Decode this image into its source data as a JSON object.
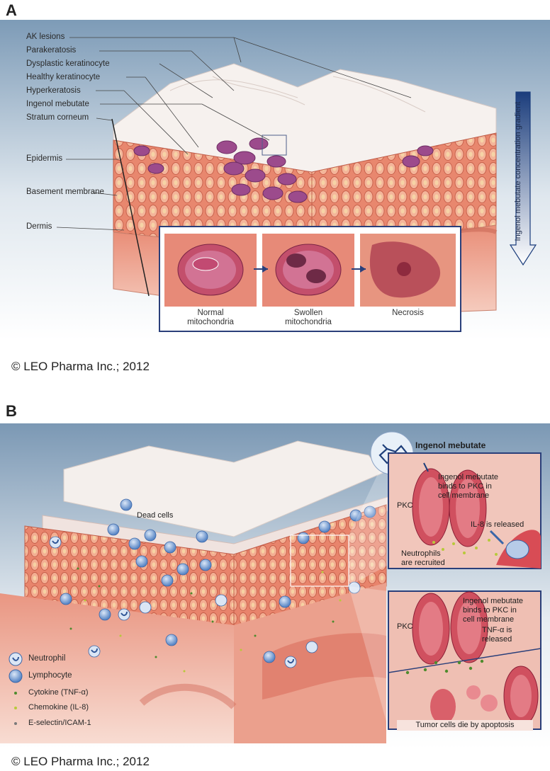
{
  "panel_a": {
    "letter": "A",
    "labels": [
      "AK lesions",
      "Parakeratosis",
      "Dysplastic keratinocyte",
      "Healthy keratinocyte",
      "Hyperkeratosis",
      "Ingenol mebutate",
      "Stratum corneum",
      "Epidermis",
      "Basement membrane",
      "Dermis"
    ],
    "gradient_label": "Ingenol mebutate concentration gradient",
    "inset_captions": [
      {
        "line1": "Normal",
        "line2": "mitochondria"
      },
      {
        "line1": "Swollen",
        "line2": "mitochondria"
      },
      {
        "line1": "Necrosis",
        "line2": ""
      }
    ],
    "copyright": "© LEO Pharma Inc.; 2012"
  },
  "panel_b": {
    "letter": "B",
    "dead_cells": "Dead cells",
    "ingenol_title": "Ingenol mebutate",
    "top_inset": {
      "binds_l1": "Ingenol mebutate",
      "binds_l2": "binds to PKC in",
      "binds_l3": "cell membrane",
      "pkc": "PKC",
      "il8": "IL-8 is released",
      "neut_l1": "Neutrophils",
      "neut_l2": "are recruited"
    },
    "bottom_inset": {
      "binds_l1": "Ingenol mebutate",
      "binds_l2": "binds to PKC in",
      "binds_l3": "cell membrane",
      "pkc": "PKC",
      "tnf_l1": "TNF-α is",
      "tnf_l2": "released",
      "apoptosis": "Tumor cells die by apoptosis"
    },
    "legend": [
      "Neutrophil",
      "Lymphocyte",
      "Cytokine (TNF-α)",
      "Chemokine (IL-8)",
      "E-selectin/ICAM-1"
    ],
    "copyright": "© LEO Pharma Inc.; 2012"
  },
  "colors": {
    "skin": "#e8907e",
    "cell": "#f3c0a8",
    "dysplastic": "#9a4f8e",
    "frame": "#2a3f7a",
    "bg_top": "#7f9cb8",
    "bg_bottom": "#ffffff",
    "arrow": "#2b4d8c"
  }
}
